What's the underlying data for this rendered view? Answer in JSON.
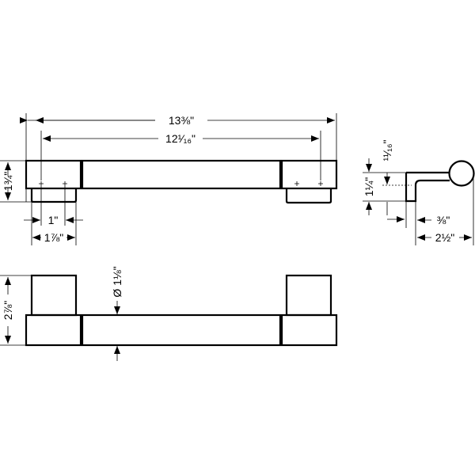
{
  "drawing": {
    "top_view": {
      "overall_length": "13⅜\"",
      "mount_spacing": "12¹⁄₁₆\"",
      "height": "1¾\"",
      "hole_spacing": "1\"",
      "foot_width": "1⅞\""
    },
    "side_view": {
      "plate_height": "1¼\"",
      "centre_offset": "¹¹⁄₁₆\"",
      "plate_thickness": "⅜\"",
      "projection": "2½\""
    },
    "front_view": {
      "bar_diameter": "Ø 1⅛\"",
      "overall_height": "2⅞\""
    }
  }
}
